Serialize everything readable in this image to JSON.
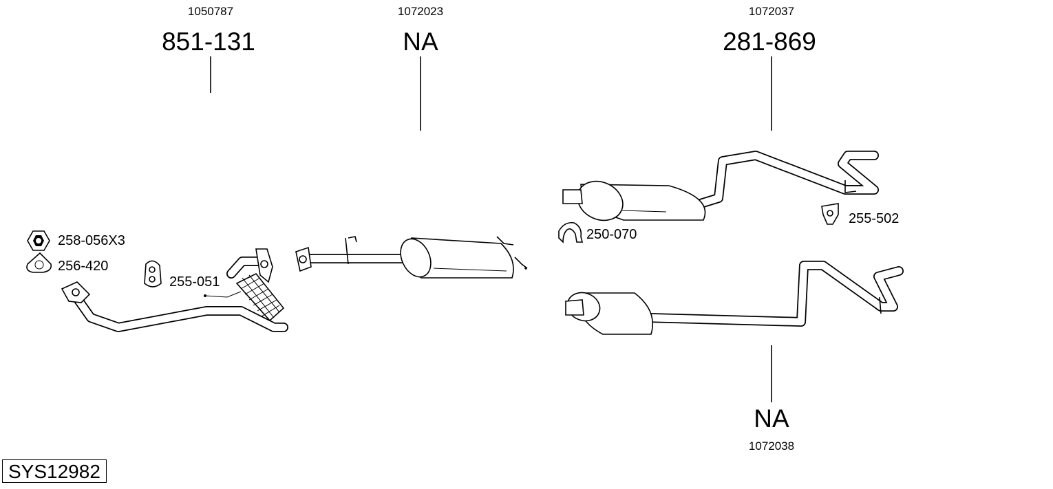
{
  "diagram_id": "SYS12982",
  "assemblies": [
    {
      "ref": "1050787",
      "code": "851-131"
    },
    {
      "ref": "1072023",
      "code": "NA"
    },
    {
      "ref": "1072037",
      "code": "281-869"
    },
    {
      "ref": "1072038",
      "code": "NA"
    }
  ],
  "parts": [
    {
      "label": "258-056X3",
      "icon": "hex-nut-icon"
    },
    {
      "label": "256-420",
      "icon": "gasket-icon"
    },
    {
      "label": "255-051",
      "icon": "rubber-mount-icon"
    },
    {
      "label": "250-070",
      "icon": "pipe-clamp-icon"
    },
    {
      "label": "255-502",
      "icon": "hanger-bracket-icon"
    }
  ]
}
